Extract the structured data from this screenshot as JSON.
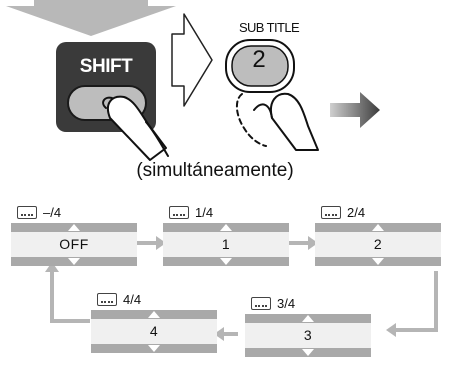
{
  "buttons": {
    "shift_label": "SHIFT",
    "subtitle_label": "SUB TITLE",
    "subtitle_number": "2"
  },
  "caption": "(simultáneamente)",
  "screens": [
    {
      "count": "–/4",
      "value": "OFF"
    },
    {
      "count": "1/4",
      "value": "1"
    },
    {
      "count": "2/4",
      "value": "2"
    },
    {
      "count": "3/4",
      "value": "3"
    },
    {
      "count": "4/4",
      "value": "4"
    }
  ],
  "icons": {
    "subtitle": "subtitle-icon",
    "scroll_up": "triangle-up-icon",
    "scroll_down": "triangle-down-icon",
    "step": "arrow-right-icon"
  },
  "colors": {
    "shift_button": "#3a3a3a",
    "screen_band": "#a9a9a9",
    "screen_body": "#f0f0f0",
    "flow_arrow": "#b5b5b5"
  }
}
